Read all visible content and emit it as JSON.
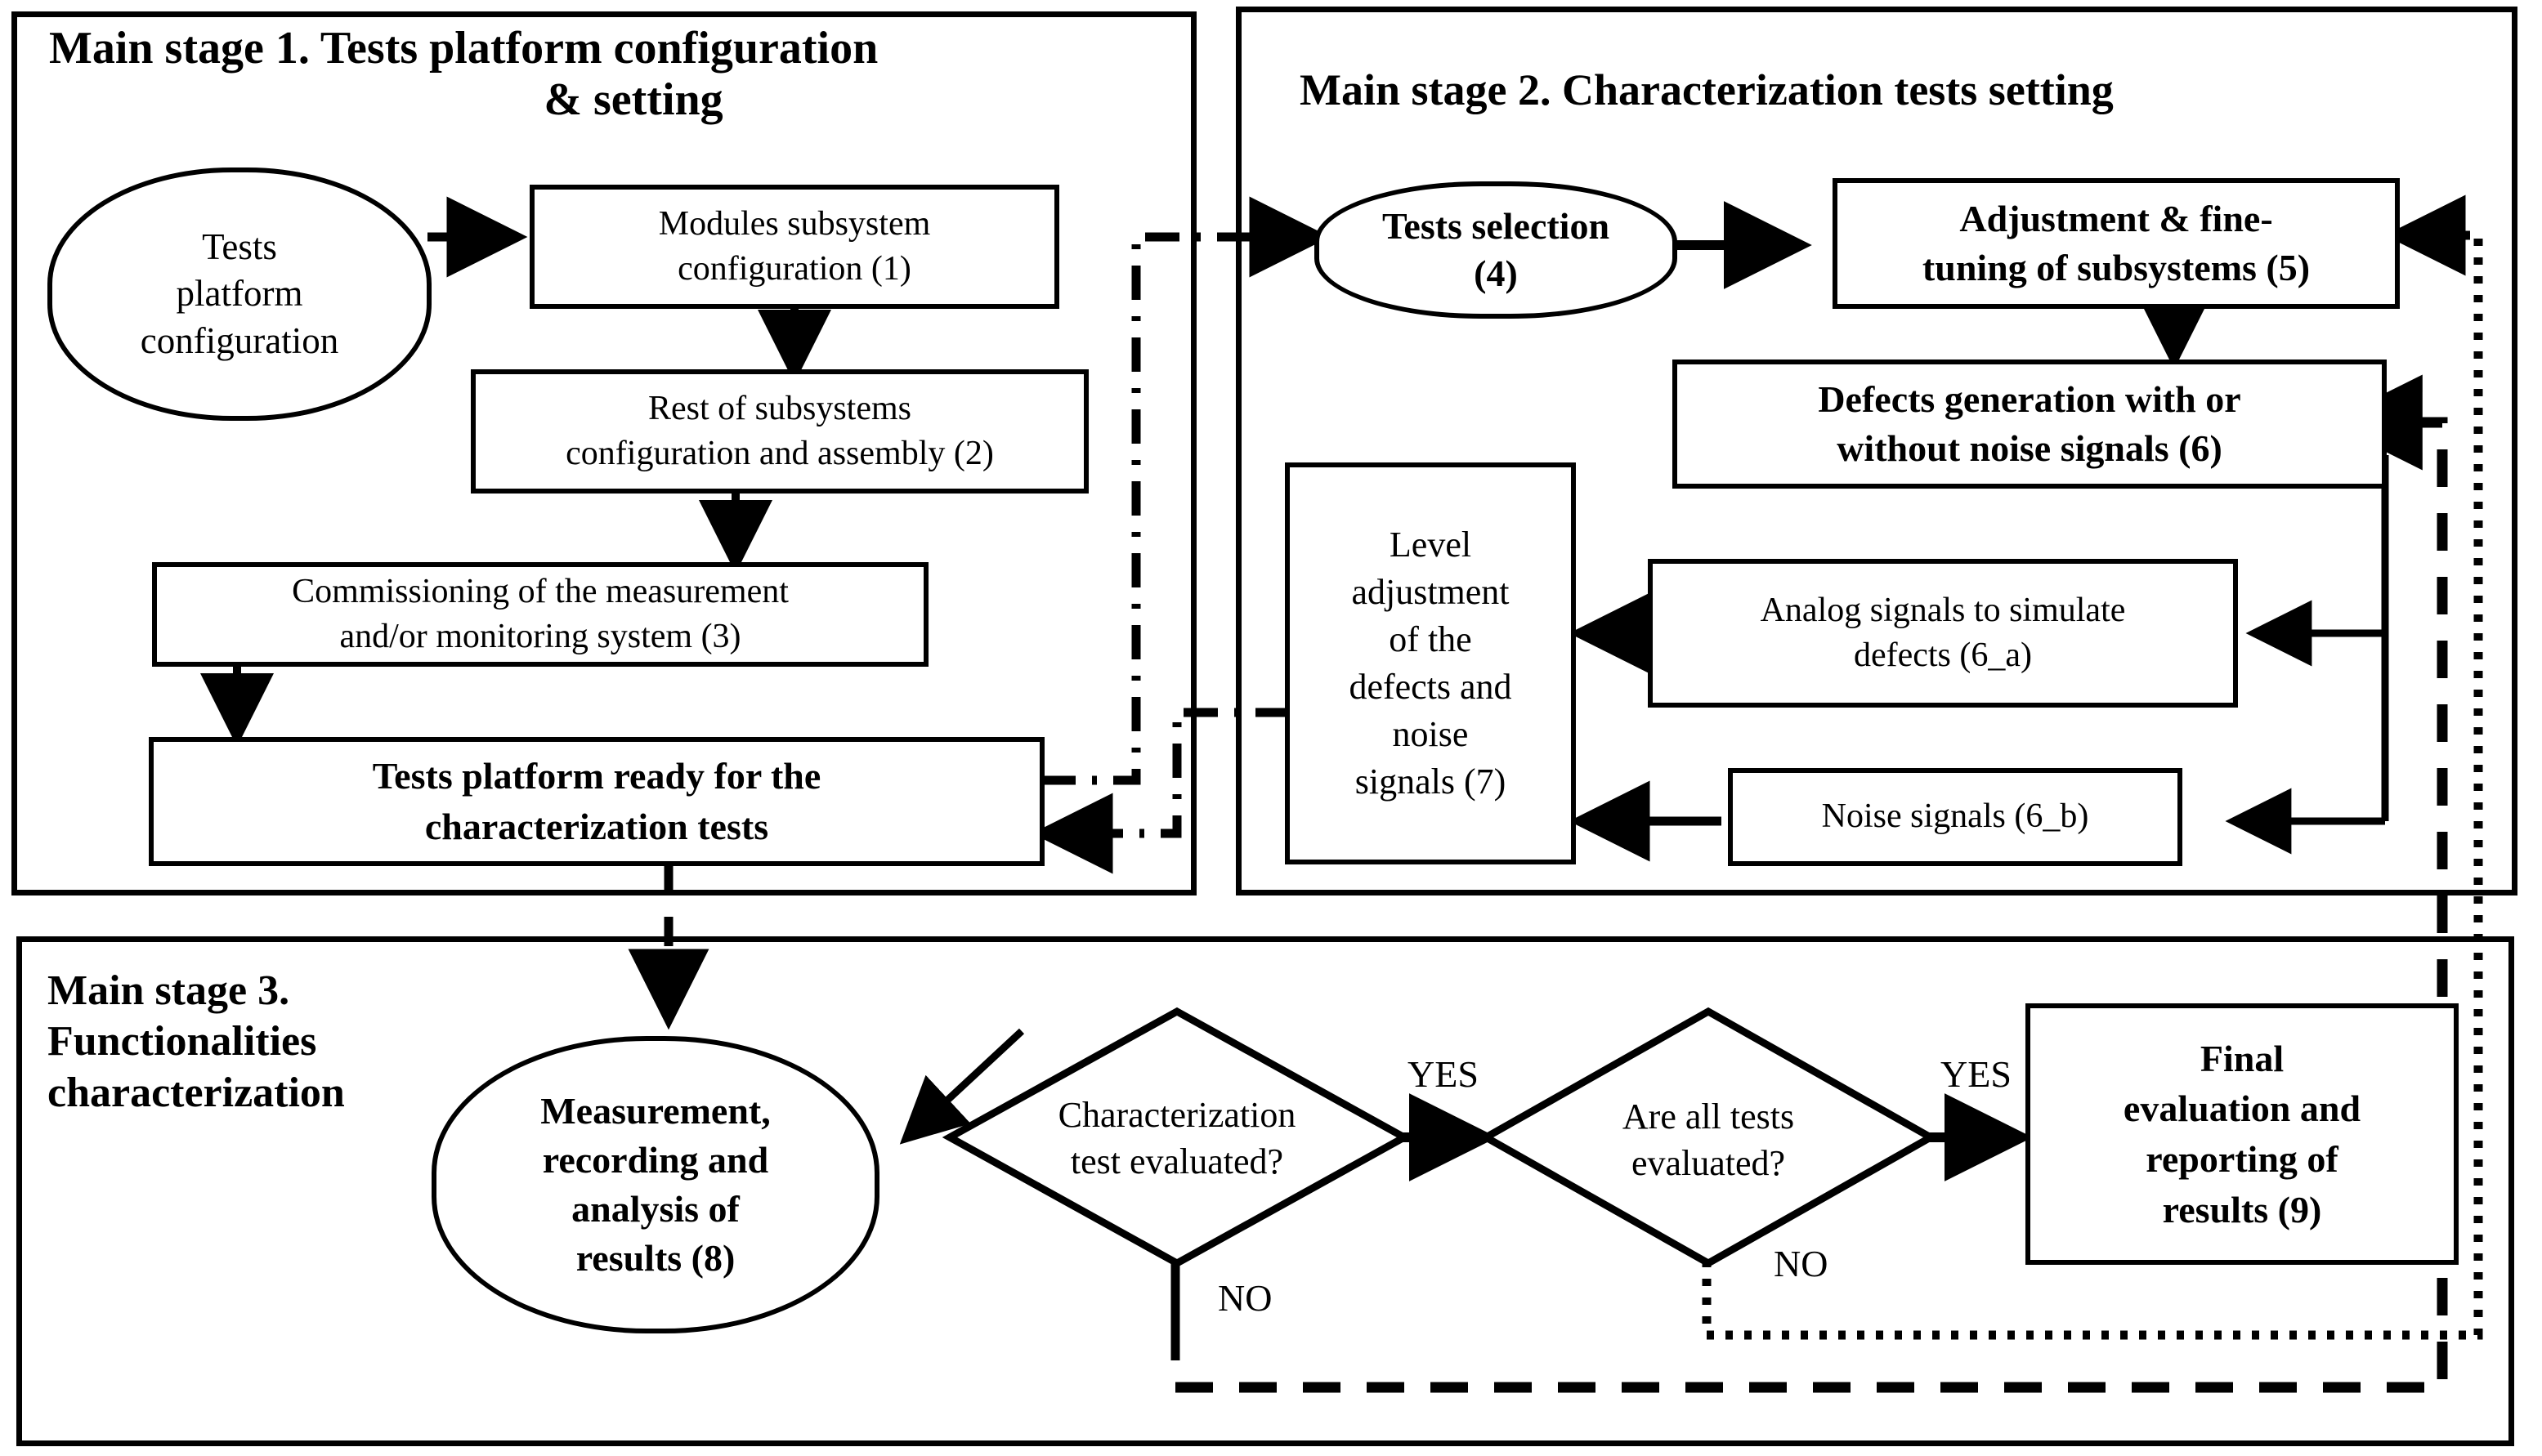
{
  "diagram": {
    "title": "Test platform characterization flowchart",
    "ink_color": "#000000",
    "background": "#ffffff"
  },
  "stages": {
    "stage1": {
      "title": "Main stage 1. Tests platform configuration\n& setting",
      "title_line1": "Main stage 1. Tests platform configuration",
      "title_line2": "& setting"
    },
    "stage2": {
      "title": "Main stage 2. Characterization tests setting"
    },
    "stage3": {
      "title_line1": "Main stage 3.",
      "title_line2": "Functionalities",
      "title_line3": "characterization"
    }
  },
  "nodes": {
    "tests_platform_configuration": "Tests\nplatform\nconfiguration",
    "modules_subsystem_configuration": "Modules subsystem\nconfiguration (1)",
    "rest_of_subsystems": "Rest of subsystems\nconfiguration and assembly (2)",
    "commissioning": "Commissioning of the measurement\nand/or monitoring system (3)",
    "tests_platform_ready": "Tests platform  ready for the\ncharacterization tests",
    "tests_selection": "Tests selection\n(4)",
    "adjustment_fine_tuning": "Adjustment &  fine-\ntuning of subsystems (5)",
    "defects_generation": "Defects generation with or\nwithout noise signals (6)",
    "level_adjustment": "Level\nadjustment\nof the\ndefects and\nnoise\nsignals  (7)",
    "analog_signals": "Analog signals to simulate\ndefects (6_a)",
    "noise_signals": "Noise signals (6_b)",
    "measurement_recording": "Measurement,\nrecording and\nanalysis of\nresults (8)",
    "characterization_test_evaluated": "Characterization\ntest evaluated?",
    "are_all_tests_evaluated": "Are all tests\nevaluated?",
    "final_evaluation": "Final\nevaluation and\nreporting of\nresults (9)"
  },
  "edge_labels": {
    "yes_1": "YES",
    "no_1": "NO",
    "yes_2": "YES",
    "no_2": "NO"
  }
}
